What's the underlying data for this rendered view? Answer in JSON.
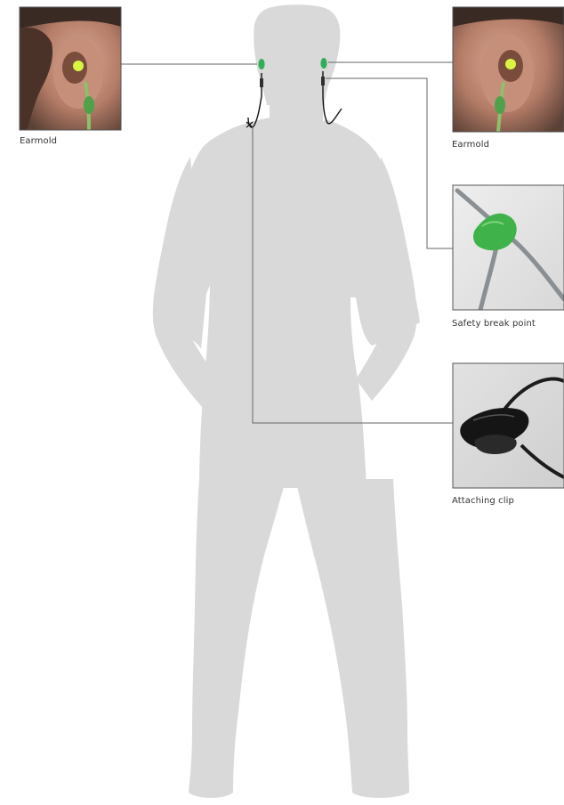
{
  "callouts": {
    "earmold_left": {
      "label": "Earmold"
    },
    "earmold_right": {
      "label": "Earmold"
    },
    "safety_break": {
      "label": "Safety break point"
    },
    "attaching_clip": {
      "label": "Attaching clip"
    }
  },
  "colors": {
    "silhouette": "#d9d9d9",
    "earpiece": "#2fae57",
    "leader_line": "#666666",
    "cable": "#111111",
    "photo_frame": "#555555"
  }
}
